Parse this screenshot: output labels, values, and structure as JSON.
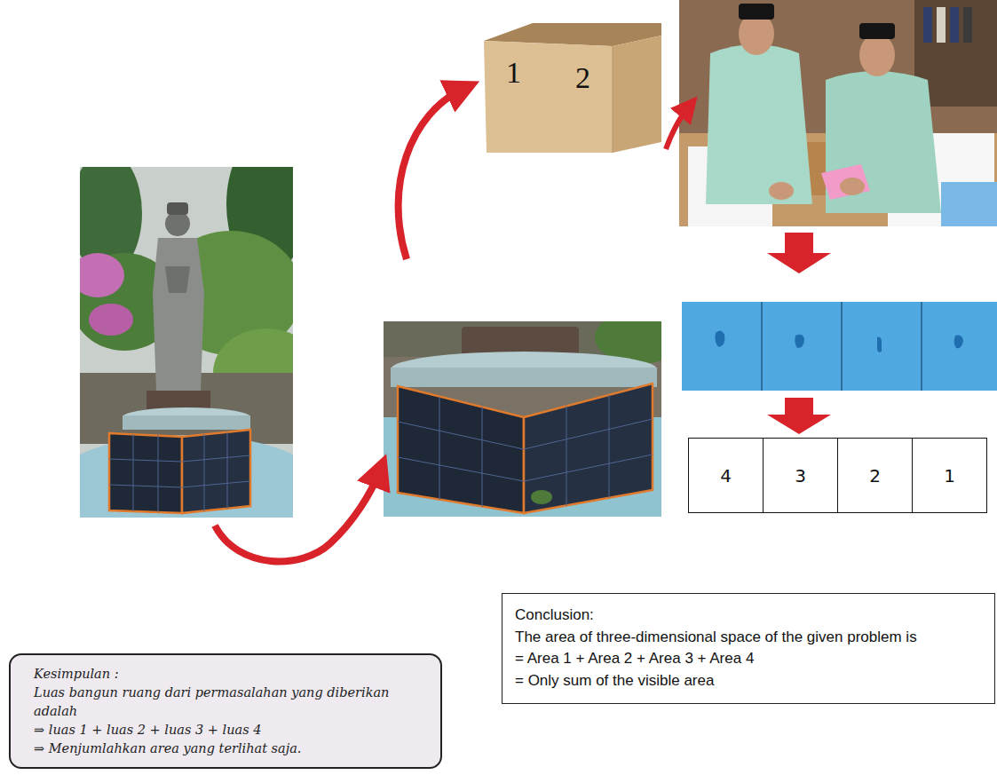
{
  "diagram": {
    "nodes": [
      {
        "text": [
          "1",
          "2"
        ]
      },
      {
        "text": [
          "4"
        ]
      },
      {
        "text": [
          "3"
        ]
      },
      {
        "text": [
          "2"
        ]
      },
      {
        "text": [
          "1"
        ]
      },
      {
        "text": [
          "Kesimpulan :",
          "Luas bangun ruang dari permasalahan yang diberikan adalah",
          "⇒ luas 1 + luas 2 + luas 3 + luas 4",
          "⇒ Menjumlahkan area yang terlihat saja."
        ]
      },
      {
        "text": [
          "Conclusion:",
          "The area of three-dimensional space of the given problem is",
          "= Area 1 + Area 2 + Area 3 + Area 4",
          "= Only sum of the visible area"
        ]
      }
    ]
  }
}
